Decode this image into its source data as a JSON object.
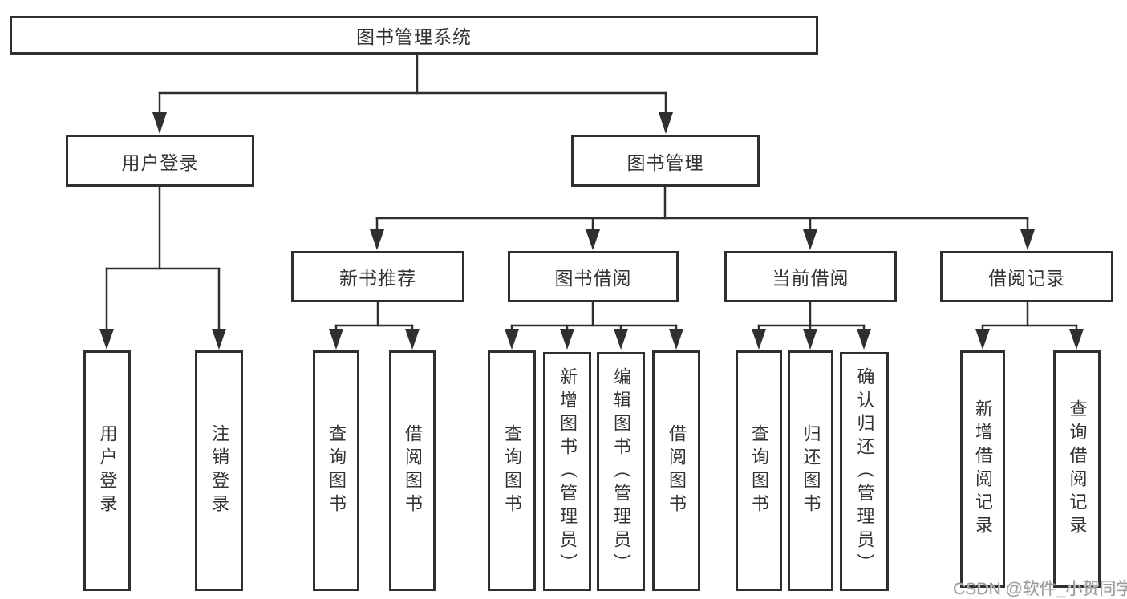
{
  "diagram": {
    "type": "hierarchy-tree",
    "root_label": "图书管理系统",
    "colors": {
      "line": "#2f2f2f",
      "box_border": "#2f2f2f",
      "text": "#333333",
      "background": "#ffffff",
      "watermark": "#9b9b9b"
    },
    "nodes": {
      "root": "图书管理系统",
      "l2_user_login": "用户登录",
      "l2_book_mgmt": "图书管理",
      "l3_new_book": "新书推荐",
      "l3_book_borrow": "图书借阅",
      "l3_current_borrow": "当前借阅",
      "l3_borrow_records": "借阅记录",
      "leaf_user_login": "用户登录",
      "leaf_logout": "注销登录",
      "leaf_nb_query": "查询图书",
      "leaf_nb_borrow": "借阅图书",
      "leaf_bb_query": "查询图书",
      "leaf_bb_add": "新增图书（管理员）",
      "leaf_bb_edit": "编辑图书（管理员）",
      "leaf_bb_borrow": "借阅图书",
      "leaf_cb_query": "查询图书",
      "leaf_cb_return": "归还图书",
      "leaf_cb_confirm": "确认归还（管理员）",
      "leaf_br_add": "新增借阅记录",
      "leaf_br_query": "查询借阅记录"
    },
    "hierarchy": [
      {
        "parent": "图书管理系统",
        "children": [
          "用户登录",
          "图书管理"
        ]
      },
      {
        "parent": "用户登录",
        "children": [
          "用户登录",
          "注销登录"
        ]
      },
      {
        "parent": "图书管理",
        "children": [
          "新书推荐",
          "图书借阅",
          "当前借阅",
          "借阅记录"
        ]
      },
      {
        "parent": "新书推荐",
        "children": [
          "查询图书",
          "借阅图书"
        ]
      },
      {
        "parent": "图书借阅",
        "children": [
          "查询图书",
          "新增图书（管理员）",
          "编辑图书（管理员）",
          "借阅图书"
        ]
      },
      {
        "parent": "当前借阅",
        "children": [
          "查询图书",
          "归还图书",
          "确认归还（管理员）"
        ]
      },
      {
        "parent": "借阅记录",
        "children": [
          "新增借阅记录",
          "查询借阅记录"
        ]
      }
    ],
    "watermark": "CSDN @软件_小贺同学"
  }
}
